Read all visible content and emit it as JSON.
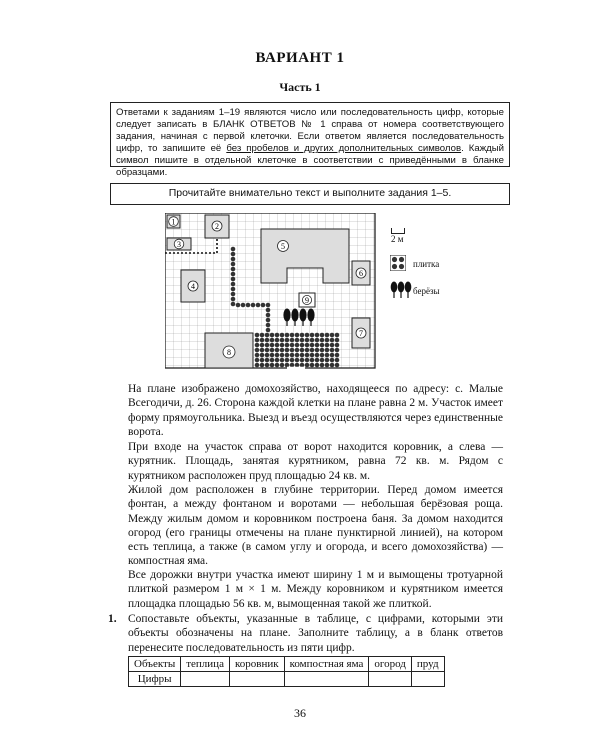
{
  "header": {
    "title": "ВАРИАНТ 1",
    "part": "Часть 1"
  },
  "instruction": {
    "line1": "Ответами к заданиям 1–19 являются число или последовательность цифр, которые следует записать в БЛАНК ОТВЕТОВ № 1 справа от номера соответствующего задания, начиная с первой клеточки. Если ответом является последовательность цифр, то запишите её ",
    "underlined": "без пробелов и других дополнительных символов",
    "line2": ". Каждый символ пишите в отдельной клеточке в соответствии с приведёнными в бланке образцами."
  },
  "read_prompt": "Прочитайте внимательно текст и выполните задания 1–5.",
  "plan": {
    "labels": [
      "1",
      "2",
      "3",
      "4",
      "5",
      "6",
      "7",
      "8",
      "9"
    ]
  },
  "legend": {
    "scale": "2 м",
    "tile": "плитка",
    "birch": "берёзы"
  },
  "text": {
    "p1": "На плане изображено домохозяйство, находящееся по адресу: с. Малые Всегодичи, д. 26. Сторона каждой клетки на плане равна 2 м. Участок имеет форму прямоугольника. Выезд и въезд осуществляются через единственные ворота.",
    "p2": "При входе на участок справа от ворот находится коровник, а слева — курятник. Площадь, занятая курятником, равна 72 кв. м. Рядом с курятником расположен пруд площадью 24 кв. м.",
    "p3": "Жилой дом расположен в глубине территории. Перед домом имеется фонтан, а между фонтаном и воротами — небольшая берёзовая роща. Между жилым домом и коровником построена баня. За домом находится огород (его границы отмечены на плане пунктирной линией), на котором есть теплица, а также (в самом углу и огорода, и всего домохозяйства) — компостная яма.",
    "p4": "Все дорожки внутри участка имеют ширину 1 м и вымощены тротуарной плиткой размером 1 м × 1 м. Между коровником и курятником имеется площадка площадью 56 кв. м, вымощенная такой же плиткой."
  },
  "task": {
    "number": "1.",
    "text": "Сопоставьте объекты, указанные в таблице, с цифрами, которыми эти объекты обозначены на плане. Заполните таблицу, а в бланк ответов перенесите последовательность из пяти цифр."
  },
  "answer_table": {
    "row1_header": "Объекты",
    "objects": [
      "теплица",
      "коровник",
      "компостная яма",
      "огород",
      "пруд"
    ],
    "row2_header": "Цифры"
  },
  "page_number": "36"
}
